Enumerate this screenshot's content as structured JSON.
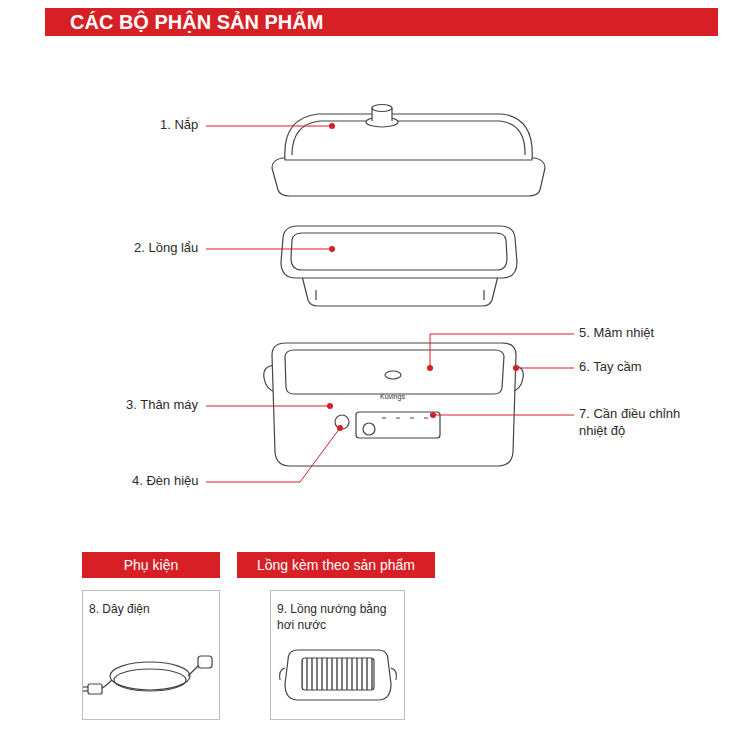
{
  "diagram": {
    "title": "CÁC BỘ PHẬN SẢN PHẨM",
    "nodes": [
      {
        "text": [
          "Phụ kiện"
        ]
      },
      {
        "text": [
          "8. Dây điện"
        ]
      },
      {
        "text": [
          "Lồng kèm theo sản phẩm"
        ]
      },
      {
        "text": [
          "9. Lồng nướng bằng hơi nước"
        ]
      }
    ],
    "labels": [
      "1. Nắp",
      "2. Lồng lẩu",
      "3. Thân máy",
      "4. Đèn hiệu",
      "5. Mâm nhiệt",
      "6. Tay cầm",
      "7. Cần điều chỉnh nhiệt độ",
      "Kuvings"
    ]
  }
}
